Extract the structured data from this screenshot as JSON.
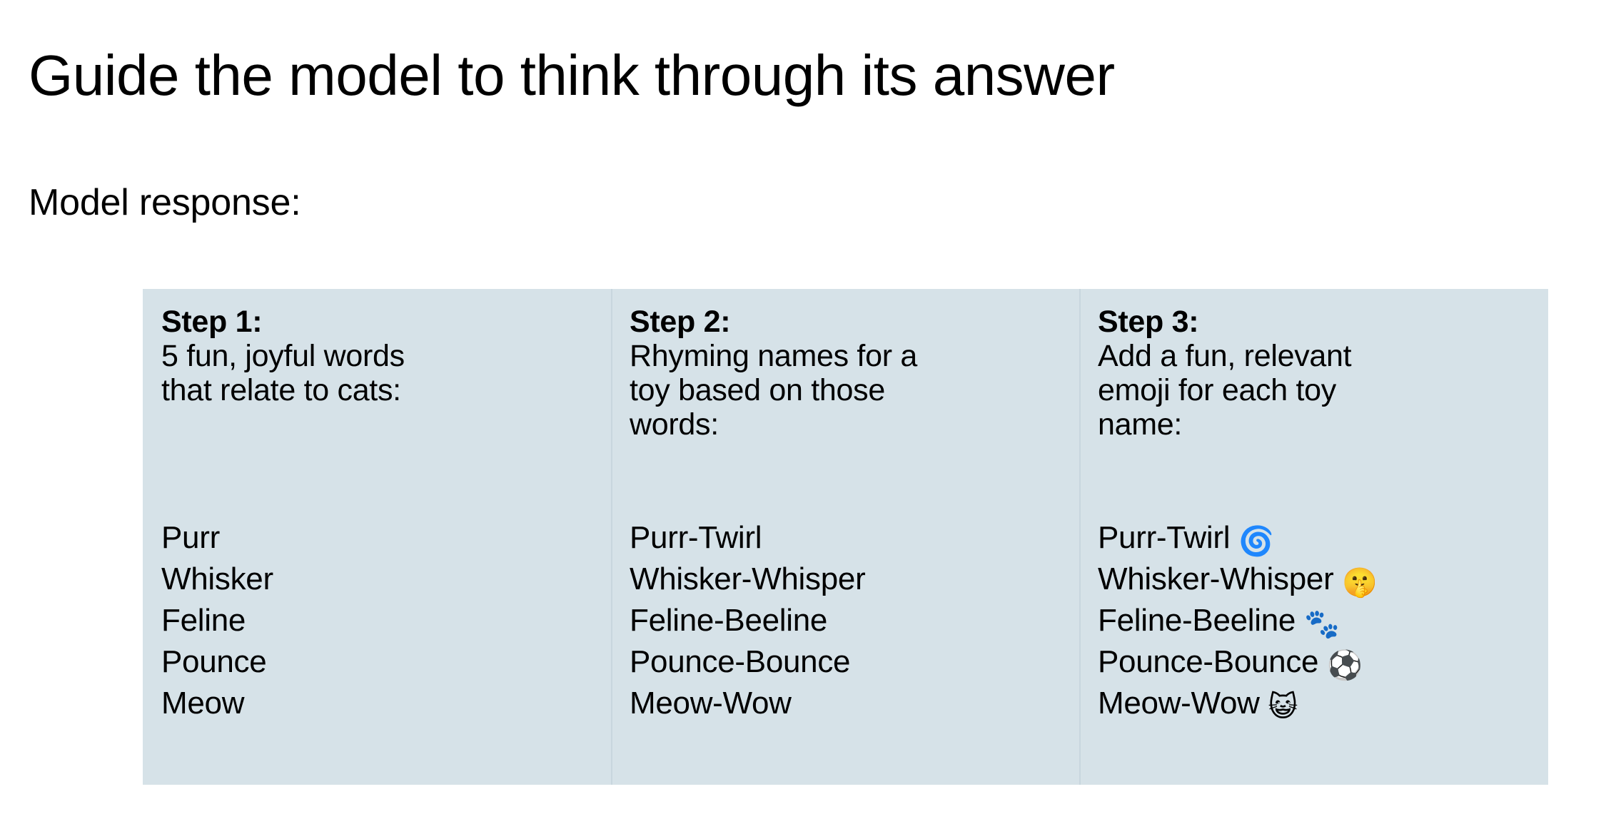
{
  "slide": {
    "title": "Guide the model to think through its answer",
    "response_label": "Model response:",
    "panel_color": "#d6e2e8",
    "text_color": "#000000",
    "background_color": "#ffffff"
  },
  "steps": [
    {
      "heading": "Step 1:",
      "description": "5 fun, joyful words\nthat relate to cats:",
      "items": [
        {
          "text": "Purr",
          "emoji": "",
          "emoji_name": ""
        },
        {
          "text": "Whisker",
          "emoji": "",
          "emoji_name": ""
        },
        {
          "text": "Feline",
          "emoji": "",
          "emoji_name": ""
        },
        {
          "text": "Pounce",
          "emoji": "",
          "emoji_name": ""
        },
        {
          "text": "Meow",
          "emoji": "",
          "emoji_name": ""
        }
      ]
    },
    {
      "heading": "Step 2:",
      "description": "Rhyming names for a\ntoy based on those\nwords:",
      "items": [
        {
          "text": "Purr-Twirl",
          "emoji": "",
          "emoji_name": ""
        },
        {
          "text": "Whisker-Whisper",
          "emoji": "",
          "emoji_name": ""
        },
        {
          "text": "Feline-Beeline",
          "emoji": "",
          "emoji_name": ""
        },
        {
          "text": "Pounce-Bounce",
          "emoji": "",
          "emoji_name": ""
        },
        {
          "text": "Meow-Wow",
          "emoji": "",
          "emoji_name": ""
        }
      ]
    },
    {
      "heading": "Step 3:",
      "description": "Add a fun, relevant\nemoji for each toy\nname:",
      "items": [
        {
          "text": "Purr-Twirl",
          "emoji": "🌀",
          "emoji_name": "cyclone-icon"
        },
        {
          "text": "Whisker-Whisper",
          "emoji": "🤫",
          "emoji_name": "shushing-face-icon"
        },
        {
          "text": "Feline-Beeline",
          "emoji": "🐾",
          "emoji_name": "paw-prints-icon"
        },
        {
          "text": "Pounce-Bounce",
          "emoji": "⚽",
          "emoji_name": "soccer-ball-icon"
        },
        {
          "text": "Meow-Wow",
          "emoji": "😺",
          "emoji_name": "grinning-cat-face-icon"
        }
      ]
    }
  ]
}
